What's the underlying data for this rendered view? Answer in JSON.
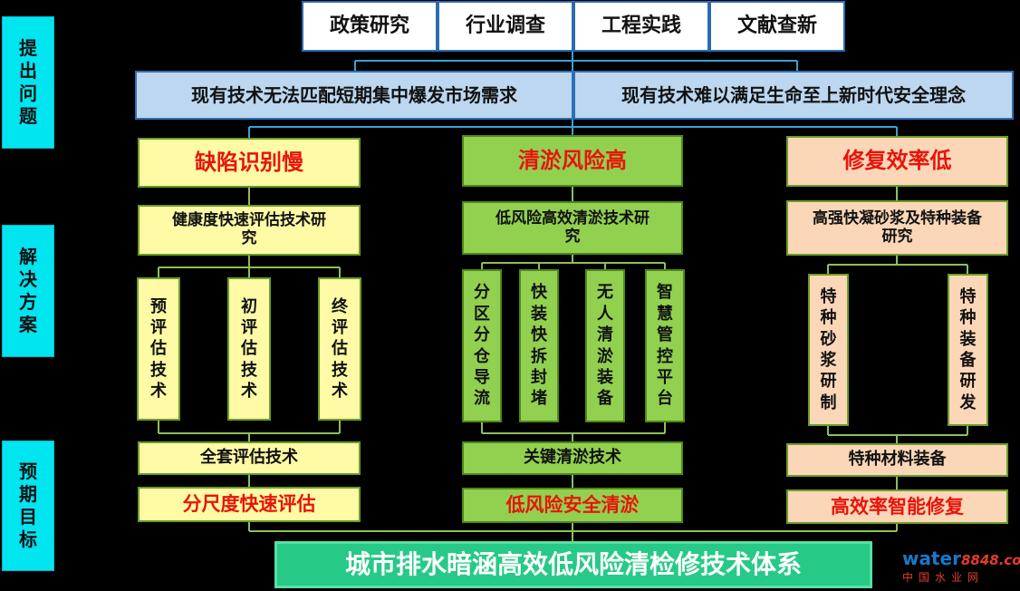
{
  "side_labels": [
    "提出问题",
    "解决方案",
    "预期目标"
  ],
  "sources": [
    "政策研究",
    "行业调查",
    "工程实践",
    "文献查新"
  ],
  "needs": [
    "现有技术无法匹配短期集中爆发市场需求",
    "现有技术难以满足生命至上新时代安全理念"
  ],
  "columns": [
    {
      "problem": "缺陷识别慢",
      "solution": "健康度快速评估技术研究",
      "items": [
        "预评估技术",
        "初评估技术",
        "终评估技术"
      ],
      "tech": "全套评估技术",
      "goal": "分尺度快速评估"
    },
    {
      "problem": "清淤风险高",
      "solution": "低风险高效清淤技术研究",
      "items": [
        "分区分仓导流",
        "快装快拆封堵",
        "无人清淤装备",
        "智慧管控平台"
      ],
      "tech": "关键清淤技术",
      "goal": "低风险安全清淤"
    },
    {
      "problem": "修复效率低",
      "solution": "高强快凝砂浆及特种装备研究",
      "items": [
        "特种砂浆研制",
        "特种装备研发"
      ],
      "tech": "特种材料装备",
      "goal": "高效率智能修复"
    }
  ],
  "final": "城市排水暗涵高效低风险清检修技术体系",
  "watermark": {
    "logo_main": "water",
    "logo_num": "8848",
    "logo_suffix": ".com",
    "cn": "中国水业网"
  },
  "colors": {
    "cyan": "#00e5f0",
    "blue": "#bcd7ef",
    "yellow": "#fffaa5",
    "green": "#92d050",
    "peach": "#fbd7b7",
    "final": "#27c987",
    "red": "#e8140c"
  }
}
